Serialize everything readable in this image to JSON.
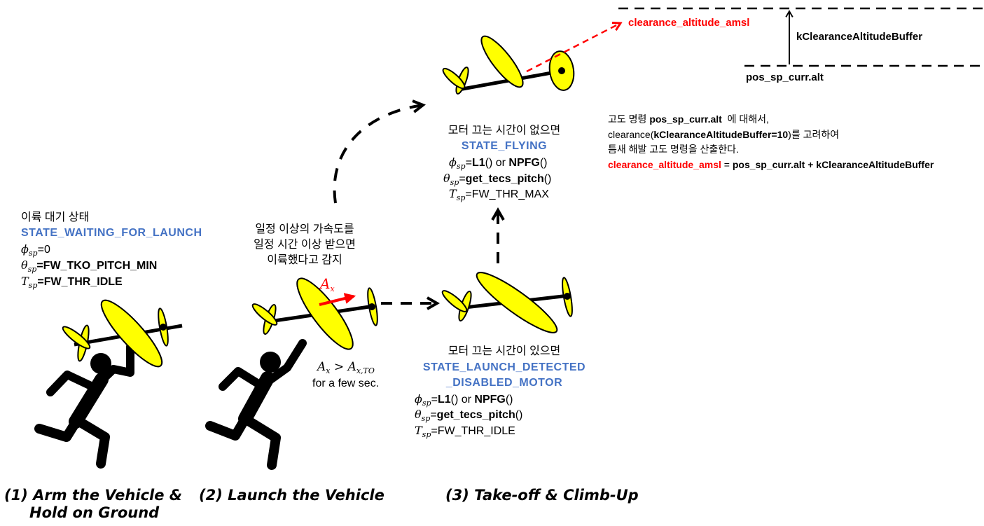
{
  "stage1": {
    "korean": "이륙 대기 상태",
    "state": "STATE_WAITING_FOR_LAUNCH",
    "roll_sym": "ϕ",
    "roll_sub": "sp",
    "roll_val": "=0",
    "pitch_sym": "θ",
    "pitch_sub": "sp",
    "pitch_val": "=FW_TKO_PITCH_MIN",
    "thr_sym": "T",
    "thr_sub": "sp",
    "thr_val": "=FW_THR_IDLE",
    "caption_line1": "(1) Arm the Vehicle &",
    "caption_line2": "Hold on Ground"
  },
  "stage2": {
    "korean_line1": "일정 이상의 가속도를",
    "korean_line2": "일정 시간 이상 받으면",
    "korean_line3": "이륙했다고 감지",
    "accel_sym": "A",
    "accel_sub": "x",
    "cond_lhs": "A",
    "cond_lhs_sub": "x",
    "cond_op": " > ",
    "cond_rhs": "A",
    "cond_rhs_sub": "x,TO",
    "cond_note": "for a few sec.",
    "caption": "(2) Launch the Vehicle"
  },
  "stage3_detected": {
    "korean": "모터 끄는 시간이 있으면",
    "state_line1": "STATE_LAUNCH_DETECTED",
    "state_line2": "_DISABLED_MOTOR",
    "roll_sym": "ϕ",
    "roll_sub": "sp",
    "roll_eq": "=",
    "roll_l1": "L1",
    "roll_mid": "() or ",
    "roll_npfg": "NPFG",
    "roll_end": "()",
    "pitch_sym": "θ",
    "pitch_sub": "sp",
    "pitch_eq": "=",
    "pitch_fn": "get_tecs_pitch",
    "pitch_end": "()",
    "thr_sym": "T",
    "thr_sub": "sp",
    "thr_val": "=FW_THR_IDLE"
  },
  "stage3_flying": {
    "korean": "모터 끄는 시간이 없으면",
    "state": "STATE_FLYING",
    "roll_sym": "ϕ",
    "roll_sub": "sp",
    "roll_eq": "=",
    "roll_l1": "L1",
    "roll_mid": "() or ",
    "roll_npfg": "NPFG",
    "roll_end": "()",
    "pitch_sym": "θ",
    "pitch_sub": "sp",
    "pitch_eq": "=",
    "pitch_fn": "get_tecs_pitch",
    "pitch_end": "()",
    "thr_sym": "T",
    "thr_sub": "sp",
    "thr_val": "=FW_THR_MAX",
    "caption": "(3) Take-off & Climb-Up"
  },
  "altitude": {
    "clearance_label": "clearance_altitude_amsl",
    "buffer_label": "kClearanceAltitudeBuffer",
    "pos_label": "pos_sp_curr.alt"
  },
  "explanation": {
    "l1_a": "고도 명령 ",
    "l1_b": "pos_sp_curr.alt",
    "l1_c": "  에 대해서,",
    "l2_a": "clearance(",
    "l2_b": "kClearanceAltitudeBuffer=10",
    "l2_c": ")를 고려하여",
    "l3": "틈새 해발 고도 명령을 산출한다.",
    "l4_a": "clearance_altitude_amsl",
    "l4_b": " = ",
    "l4_c": "pos_sp_curr.alt + kClearanceAltitudeBuffer"
  },
  "colors": {
    "plane_fill": "#ffff00",
    "state_text": "#4472c4",
    "highlight": "#ff0000"
  }
}
